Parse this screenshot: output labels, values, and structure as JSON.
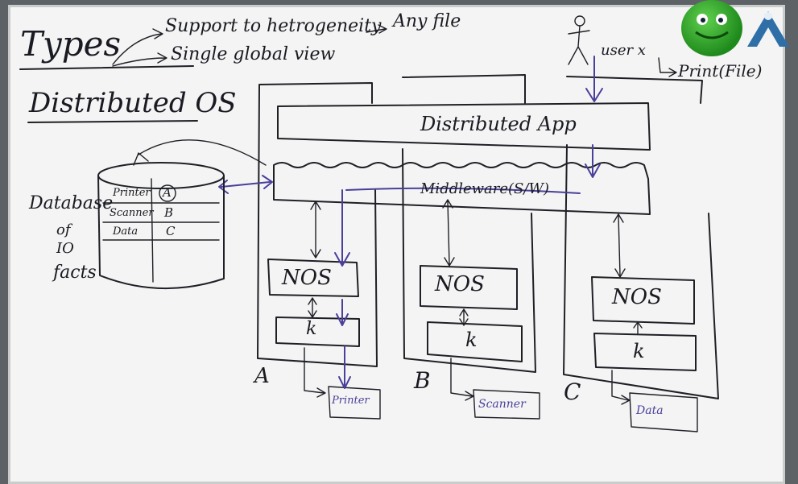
{
  "board": {
    "types": "Types",
    "support": "Support to hetrogeneity",
    "any_file": "Any file",
    "single_view": "Single global view",
    "distributed_os": "Distributed OS",
    "database": "Database",
    "of": "of",
    "io": "IO",
    "facts": "facts",
    "db_rows": [
      {
        "name": "Printer",
        "node": "A"
      },
      {
        "name": "Scanner",
        "node": "B"
      },
      {
        "name": "Data",
        "node": "C"
      }
    ],
    "user": "user x",
    "print_file": "Print(File)",
    "app": "Distributed App",
    "middleware": "Middleware(S/W)",
    "nos": "NOS",
    "k": "k",
    "nodes": [
      "A",
      "B",
      "C"
    ],
    "devices": [
      "Printer",
      "Scanner",
      "Data"
    ]
  },
  "logos": [
    "frog-logo-icon",
    "mountain-logo-icon"
  ],
  "colors": {
    "ink": "#1f1f26",
    "blue_ink": "#4a3f9b",
    "board": "#f3f4f3",
    "frame": "#5d6266"
  }
}
